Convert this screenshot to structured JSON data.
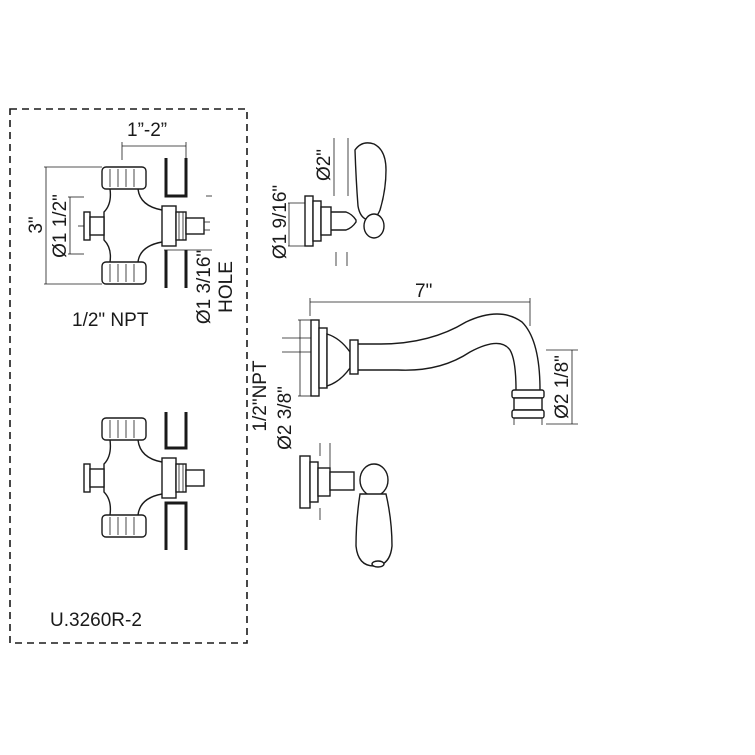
{
  "model": "U.3260R-2",
  "dimensions": {
    "supply_spacing": "1”-2”",
    "overall_height": "3\"",
    "valve_body_dia": "Ø1 1/2\"",
    "supply_thread": "1/2\" NPT",
    "hole_size": "Ø1 3/16\"",
    "hole_label": "HOLE",
    "handle_escutcheon_dia": "Ø2\"",
    "flange_dia": "Ø1 9/16\"",
    "spout_reach": "7\"",
    "spout_thread": "1/2\"NPT",
    "spout_flange_dia": "Ø2 3/8\"",
    "spout_tip_dia": "Ø2 1/8\""
  }
}
